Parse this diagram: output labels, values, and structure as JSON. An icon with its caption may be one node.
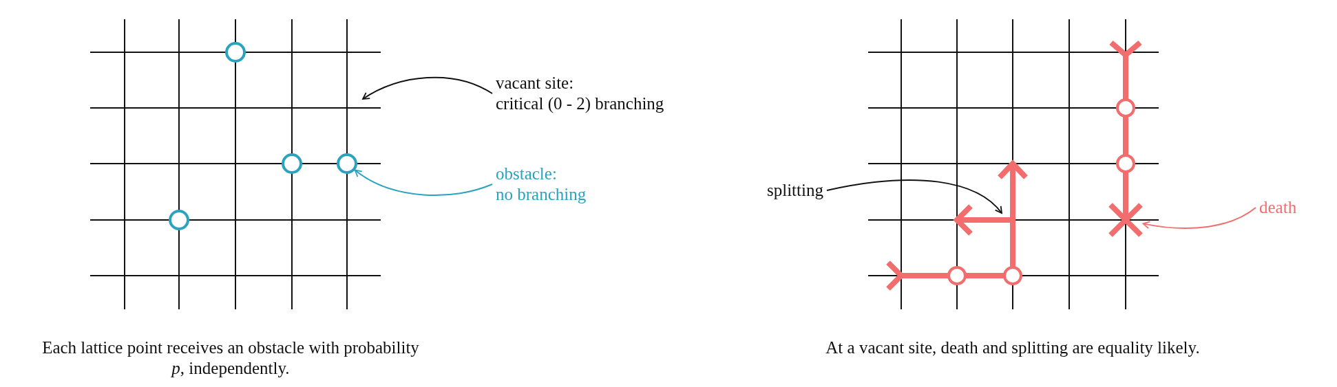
{
  "diagram": {
    "nodes": [
      {
        "text": [
          "vacant site:",
          "critical (0 - 2) branching"
        ]
      },
      {
        "text": [
          "obstacle:",
          "no branching"
        ]
      },
      {
        "text": [],
        "shape": "circle"
      },
      {
        "text": [],
        "shape": "circle"
      },
      {
        "text": [],
        "shape": "circle"
      },
      {
        "text": [],
        "shape": "circle"
      },
      {
        "text": [
          "splitting"
        ]
      },
      {
        "text": [
          "death"
        ]
      },
      {
        "text": [],
        "shape": "cross"
      }
    ],
    "edges": [
      {
        "from": 0,
        "to": null,
        "arrow": "to"
      },
      {
        "from": 1,
        "to": 4,
        "arrow": "to",
        "color": "#2ba3bf"
      },
      {
        "from": 6,
        "to": null,
        "arrow": "to"
      },
      {
        "from": 7,
        "to": 8,
        "arrow": "to",
        "color": "#f26d6d"
      }
    ],
    "labels": [
      "Each lattice point receives an obstacle with probability *p*, independently.",
      "At a vacant site, death and splitting are equality likely."
    ]
  }
}
